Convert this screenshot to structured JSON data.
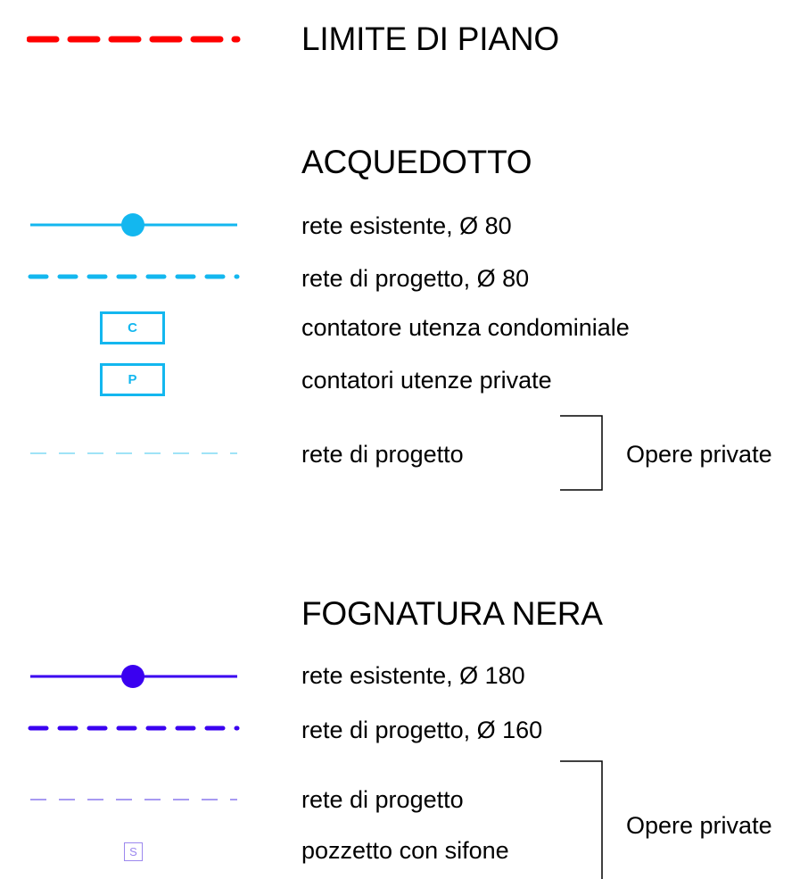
{
  "legend": {
    "limite": {
      "label": "LIMITE DI PIANO"
    },
    "acquedotto": {
      "title": "ACQUEDOTTO",
      "items": [
        {
          "label": "rete esistente, Ø 80"
        },
        {
          "label": "rete di progetto, Ø 80"
        },
        {
          "label": "contatore utenza condominiale",
          "symbol_text": "C"
        },
        {
          "label": "contatori utenze private",
          "symbol_text": "P"
        },
        {
          "label": "rete di progetto"
        }
      ],
      "bracket_label": "Opere private"
    },
    "fognatura": {
      "title": "FOGNATURA NERA",
      "items": [
        {
          "label": "rete esistente, Ø 180"
        },
        {
          "label": "rete di progetto, Ø 160"
        },
        {
          "label": "rete di progetto"
        },
        {
          "label": "pozzetto con sifone",
          "symbol_text": "S"
        }
      ],
      "bracket_label": "Opere private"
    }
  },
  "colors": {
    "limite": "#ff0000",
    "acquedotto": "#13b7ef",
    "acquedotto_private": "#9fe3f7",
    "fognatura": "#3a00f0",
    "fognatura_private": "#a79af2",
    "text": "#000000"
  }
}
